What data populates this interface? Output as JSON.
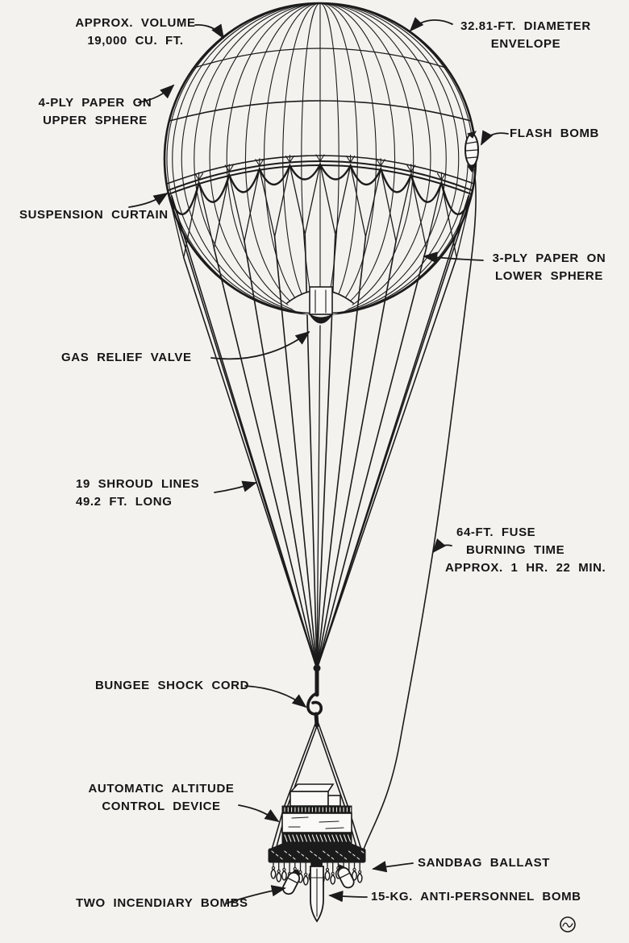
{
  "figure": {
    "kind": "technical line drawing",
    "subject": "Japanese paper balloon bomb (Fu-Go) with payload chandelier",
    "style": "black ink on off-white paper"
  },
  "colors": {
    "paper": "#f3f2ef",
    "ink": "#1b1b1b"
  },
  "labels": {
    "approx_volume": {
      "lines": [
        "APPROX. VOLUME",
        "19,000 CU. FT."
      ]
    },
    "envelope": {
      "lines": [
        "32.81-FT. DIAMETER",
        "ENVELOPE"
      ]
    },
    "upper_paper": {
      "lines": [
        "4-PLY PAPER ON",
        "UPPER SPHERE"
      ]
    },
    "flash_bomb": {
      "lines": [
        "FLASH BOMB"
      ]
    },
    "suspension_curtain": {
      "lines": [
        "SUSPENSION CURTAIN"
      ]
    },
    "lower_paper": {
      "lines": [
        "3-PLY PAPER ON",
        "LOWER SPHERE"
      ]
    },
    "gas_relief_valve": {
      "lines": [
        "GAS RELIEF VALVE"
      ]
    },
    "shroud_lines": {
      "lines": [
        "19 SHROUD LINES",
        "49.2 FT. LONG"
      ]
    },
    "fuse": {
      "lines": [
        "64-FT. FUSE",
        "BURNING TIME",
        "APPROX. 1 HR. 22 MIN."
      ]
    },
    "bungee": {
      "lines": [
        "BUNGEE SHOCK CORD"
      ]
    },
    "altitude_control": {
      "lines": [
        "AUTOMATIC ALTITUDE",
        "CONTROL DEVICE"
      ]
    },
    "sandbag": {
      "lines": [
        "SANDBAG BALLAST"
      ]
    },
    "incendiary": {
      "lines": [
        "TWO INCENDIARY BOMBS"
      ]
    },
    "anti_personnel": {
      "lines": [
        "15-KG. ANTI-PERSONNEL BOMB"
      ]
    }
  }
}
